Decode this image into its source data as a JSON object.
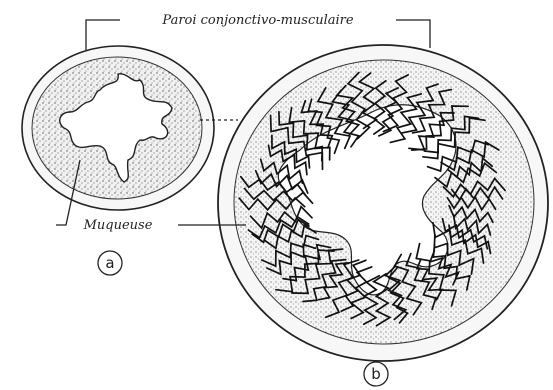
{
  "labels": {
    "wall": "Paroi conjonctivo-musculaire",
    "mucosa": "Muqueuse",
    "panel_a": "a",
    "panel_b": "b"
  }
}
